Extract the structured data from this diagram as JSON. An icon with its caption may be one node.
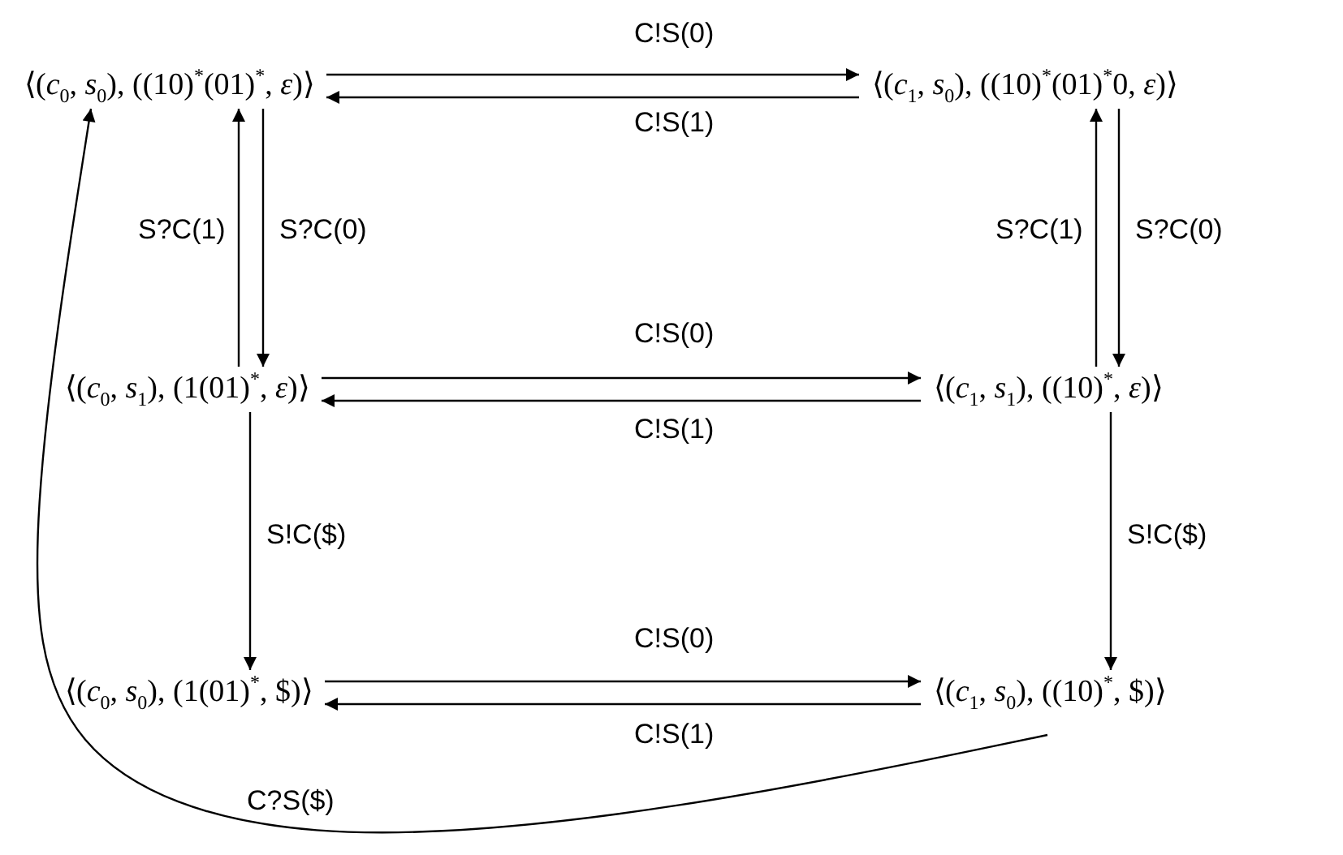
{
  "diagram": {
    "nodes": [
      {
        "text": [
          "⟨(*c*$_{0}$, *s*$_{0}$), ((10)$^{*}$(01)$^{*}$, *ε*)⟩"
        ]
      },
      {
        "text": [
          "⟨(*c*$_{1}$, *s*$_{0}$), ((10)$^{*}$(01)$^{*}$0, *ε*)⟩"
        ]
      },
      {
        "text": [
          "⟨(*c*$_{0}$, *s*$_{1}$), (1(01)$^{*}$, *ε*)⟩"
        ]
      },
      {
        "text": [
          "⟨(*c*$_{1}$, *s*$_{1}$), ((10)$^{*}$, *ε*)⟩"
        ]
      },
      {
        "text": [
          "⟨(*c*$_{0}$, *s*$_{0}$), (1(01)$^{*}$, $)⟩"
        ]
      },
      {
        "text": [
          "⟨(*c*$_{1}$, *s*$_{0}$), ((10)$^{*}$, $)⟩"
        ]
      }
    ],
    "edges": [
      {
        "from": 0,
        "to": 1,
        "arrow": "to",
        "label": "C!S(0)"
      },
      {
        "from": 1,
        "to": 0,
        "arrow": "to",
        "label": "C!S(1)"
      },
      {
        "from": 2,
        "to": 0,
        "arrow": "to",
        "label": "S?C(1)"
      },
      {
        "from": 0,
        "to": 2,
        "arrow": "to",
        "label": "S?C(0)"
      },
      {
        "from": 3,
        "to": 1,
        "arrow": "to",
        "label": "S?C(1)"
      },
      {
        "from": 1,
        "to": 3,
        "arrow": "to",
        "label": "S?C(0)"
      },
      {
        "from": 2,
        "to": 3,
        "arrow": "to",
        "label": "C!S(0)"
      },
      {
        "from": 3,
        "to": 2,
        "arrow": "to",
        "label": "C!S(1)"
      },
      {
        "from": 2,
        "to": 4,
        "arrow": "to",
        "label": "S!C($)"
      },
      {
        "from": 3,
        "to": 5,
        "arrow": "to",
        "label": "S!C($)"
      },
      {
        "from": 4,
        "to": 5,
        "arrow": "to",
        "label": "C!S(0)"
      },
      {
        "from": 5,
        "to": 4,
        "arrow": "to",
        "label": "C!S(1)"
      },
      {
        "from": 5,
        "to": 0,
        "arrow": "to",
        "label": "C?S($)"
      }
    ]
  }
}
